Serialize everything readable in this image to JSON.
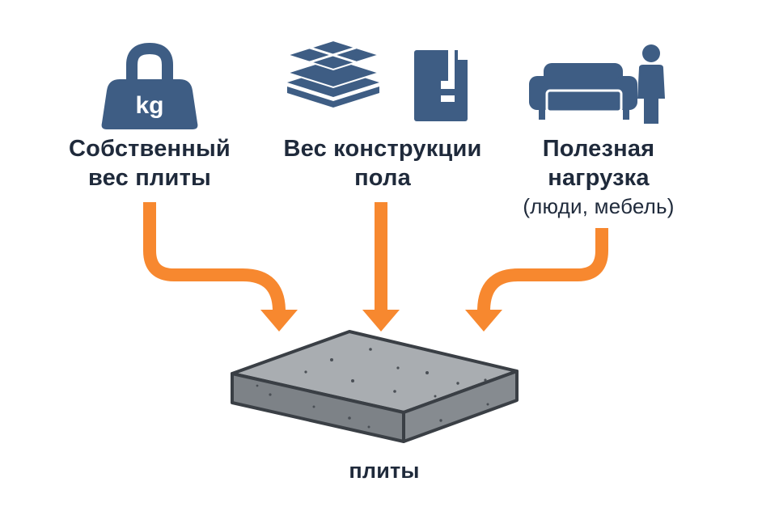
{
  "loads": [
    {
      "id": "self-weight",
      "icon": "kettlebell-icon",
      "icon_text": "kg",
      "lines": [
        "Собственный",
        "вес плиты"
      ]
    },
    {
      "id": "floor-construction",
      "icon": "floor-layers-icon",
      "lines": [
        "Вес конструкции",
        "пола"
      ]
    },
    {
      "id": "useful-load",
      "icon": "sofa-person-icon",
      "lines": [
        "Полезная",
        "нагрузка"
      ],
      "subline": "(люди, мебель)"
    }
  ],
  "slab": {
    "label": "плиты",
    "icon": "concrete-slab-icon"
  },
  "colors": {
    "icon": "#3e5d84",
    "arrow": "#f7882f",
    "text": "#1f2a3b",
    "slab_top": "#a9adb1",
    "slab_side": "#7d8287",
    "slab_edge": "#3a3f45"
  }
}
